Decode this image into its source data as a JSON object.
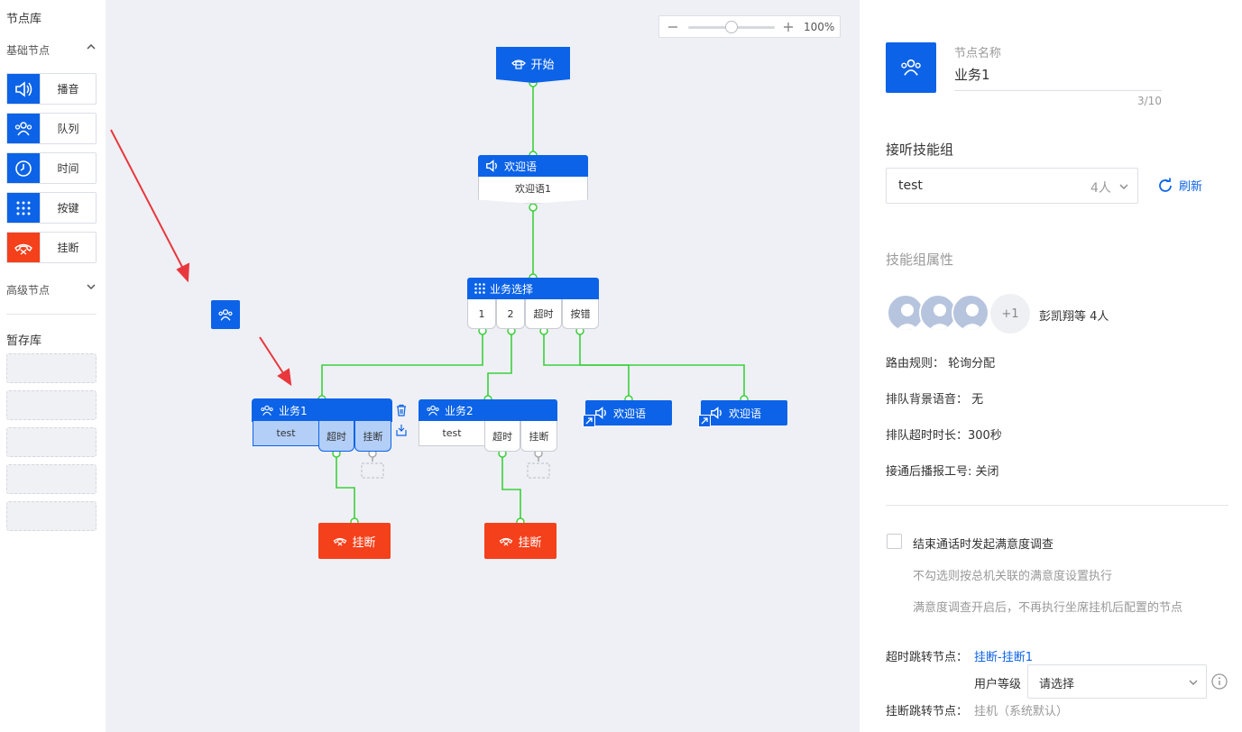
{
  "library": {
    "title": "节点库",
    "basic_section": "基础节点",
    "items": [
      {
        "label": "播音",
        "icon": "speaker-icon"
      },
      {
        "label": "队列",
        "icon": "users-icon"
      },
      {
        "label": "时间",
        "icon": "clock-icon"
      },
      {
        "label": "按键",
        "icon": "keypad-icon"
      },
      {
        "label": "挂断",
        "icon": "hangup-icon"
      }
    ],
    "advanced_section": "高级节点",
    "temp_title": "暂存库"
  },
  "canvas": {
    "zoom": "100%",
    "zoom_value": 0.5,
    "start_node": "开始",
    "welcome_node": {
      "title": "欢迎语",
      "body": "欢迎语1"
    },
    "menu_node": {
      "title": "业务选择",
      "tabs": [
        "1",
        "2",
        "超时",
        "按错"
      ]
    },
    "biz1": {
      "title": "业务1",
      "body": "test",
      "tabs": [
        "超时",
        "挂断"
      ]
    },
    "biz2": {
      "title": "业务2",
      "body": "test",
      "tabs": [
        "超时",
        "挂断"
      ]
    },
    "welcome_a": "欢迎语",
    "welcome_b": "欢迎语",
    "hangup1": "挂断",
    "hangup2": "挂断"
  },
  "panel": {
    "name_label": "节点名称",
    "name_value": "业务1",
    "name_count": "3/10",
    "skill_group_label": "接听技能组",
    "skill_group_value": "test",
    "skill_group_count": "4人",
    "refresh": "刷新",
    "attr_title": "技能组属性",
    "avatar_more": "+1",
    "members": "彭凯翔等 4人",
    "routing": "路由规则： 轮询分配",
    "queue_music": "排队背景语音： 无",
    "queue_timeout": "排队超时时长：300秒",
    "announce": "接通后播报工号: 关闭",
    "survey_label": "结束通话时发起满意度调查",
    "survey_hint1": "不勾选则按总机关联的满意度设置执行",
    "survey_hint2": "满意度调查开启后，不再执行坐席挂机后配置的节点",
    "timeout_jump_label": "超时跳转节点：",
    "timeout_jump_value": "挂断-挂断1",
    "user_level_label": "用户等级",
    "user_level_placeholder": "请选择",
    "hangup_jump_label": "挂断跳转节点：",
    "hangup_jump_value": "挂机（系统默认）"
  },
  "colors": {
    "primary": "#0c63e7",
    "danger": "#f4401b",
    "wire": "#3ccf3c",
    "canvas": "#eef0f5",
    "annotation_arrow": "#e8383d"
  }
}
